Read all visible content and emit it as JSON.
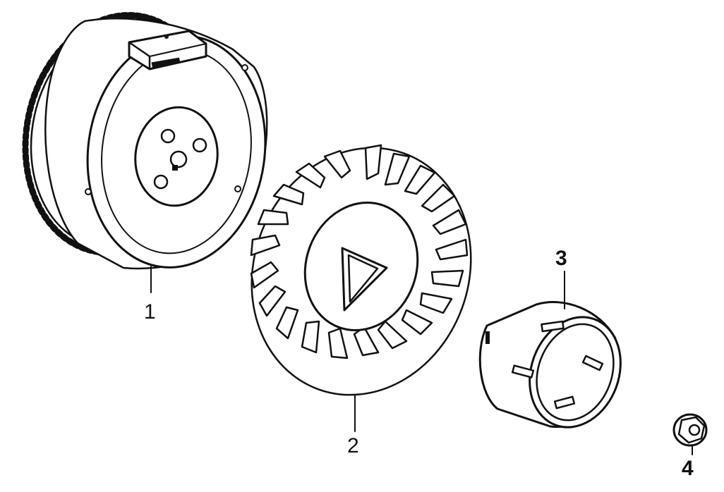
{
  "diagram": {
    "callouts": [
      {
        "id": "1",
        "label": "1"
      },
      {
        "id": "2",
        "label": "2"
      },
      {
        "id": "3",
        "label": "3"
      },
      {
        "id": "4",
        "label": "4"
      }
    ]
  },
  "colors": {
    "ink": "#111111",
    "paper": "#ffffff"
  }
}
